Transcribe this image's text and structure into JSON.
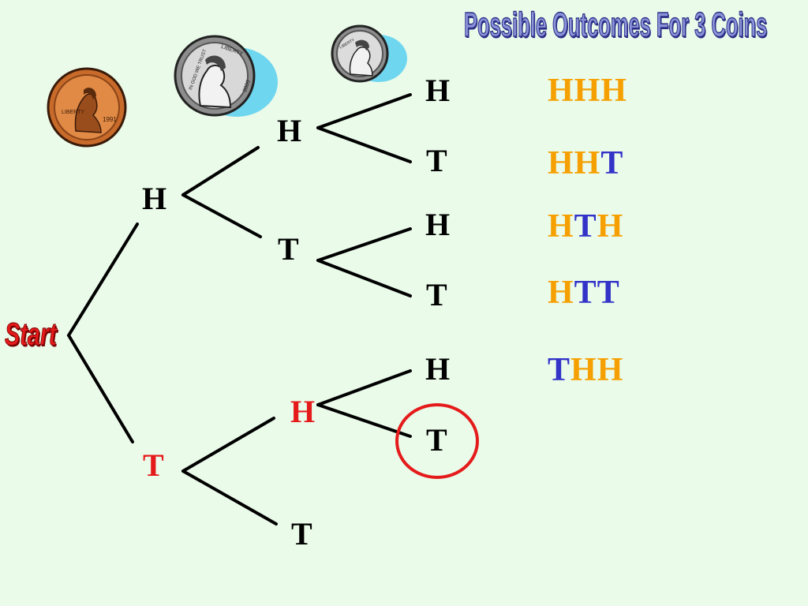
{
  "title": "Possible Outcomes For 3 Coins",
  "start_label": "Start",
  "colors": {
    "heads": "#f5a000",
    "tails": "#3333c8",
    "highlight": "#e51b1b",
    "background": "#eafbea"
  },
  "coins": [
    {
      "name": "penny-icon",
      "year": "1991",
      "motto": "LIBERTY"
    },
    {
      "name": "nickel-icon",
      "motto": "LIBERTY",
      "year": "2000",
      "left_text": "IN GOD WE TRUST"
    },
    {
      "name": "dime-icon",
      "motto": "LIBERTY"
    }
  ],
  "tree": {
    "level1": [
      {
        "label": "H"
      },
      {
        "label": "T",
        "highlighted": true
      }
    ],
    "level2": [
      {
        "label": "H"
      },
      {
        "label": "T"
      },
      {
        "label": "H",
        "highlighted": true
      },
      {
        "label": "T"
      }
    ],
    "level3": [
      {
        "label": "H"
      },
      {
        "label": "T"
      },
      {
        "label": "H"
      },
      {
        "label": "T"
      },
      {
        "label": "H"
      },
      {
        "label": "T",
        "circled": true
      }
    ]
  },
  "outcomes": [
    {
      "text": "HHH",
      "letters": [
        "H",
        "H",
        "H"
      ]
    },
    {
      "text": "HHT",
      "letters": [
        "H",
        "H",
        "T"
      ]
    },
    {
      "text": "HTH",
      "letters": [
        "H",
        "T",
        "H"
      ]
    },
    {
      "text": "HTT",
      "letters": [
        "H",
        "T",
        "T"
      ]
    },
    {
      "text": "THH",
      "letters": [
        "T",
        "H",
        "H"
      ]
    }
  ]
}
